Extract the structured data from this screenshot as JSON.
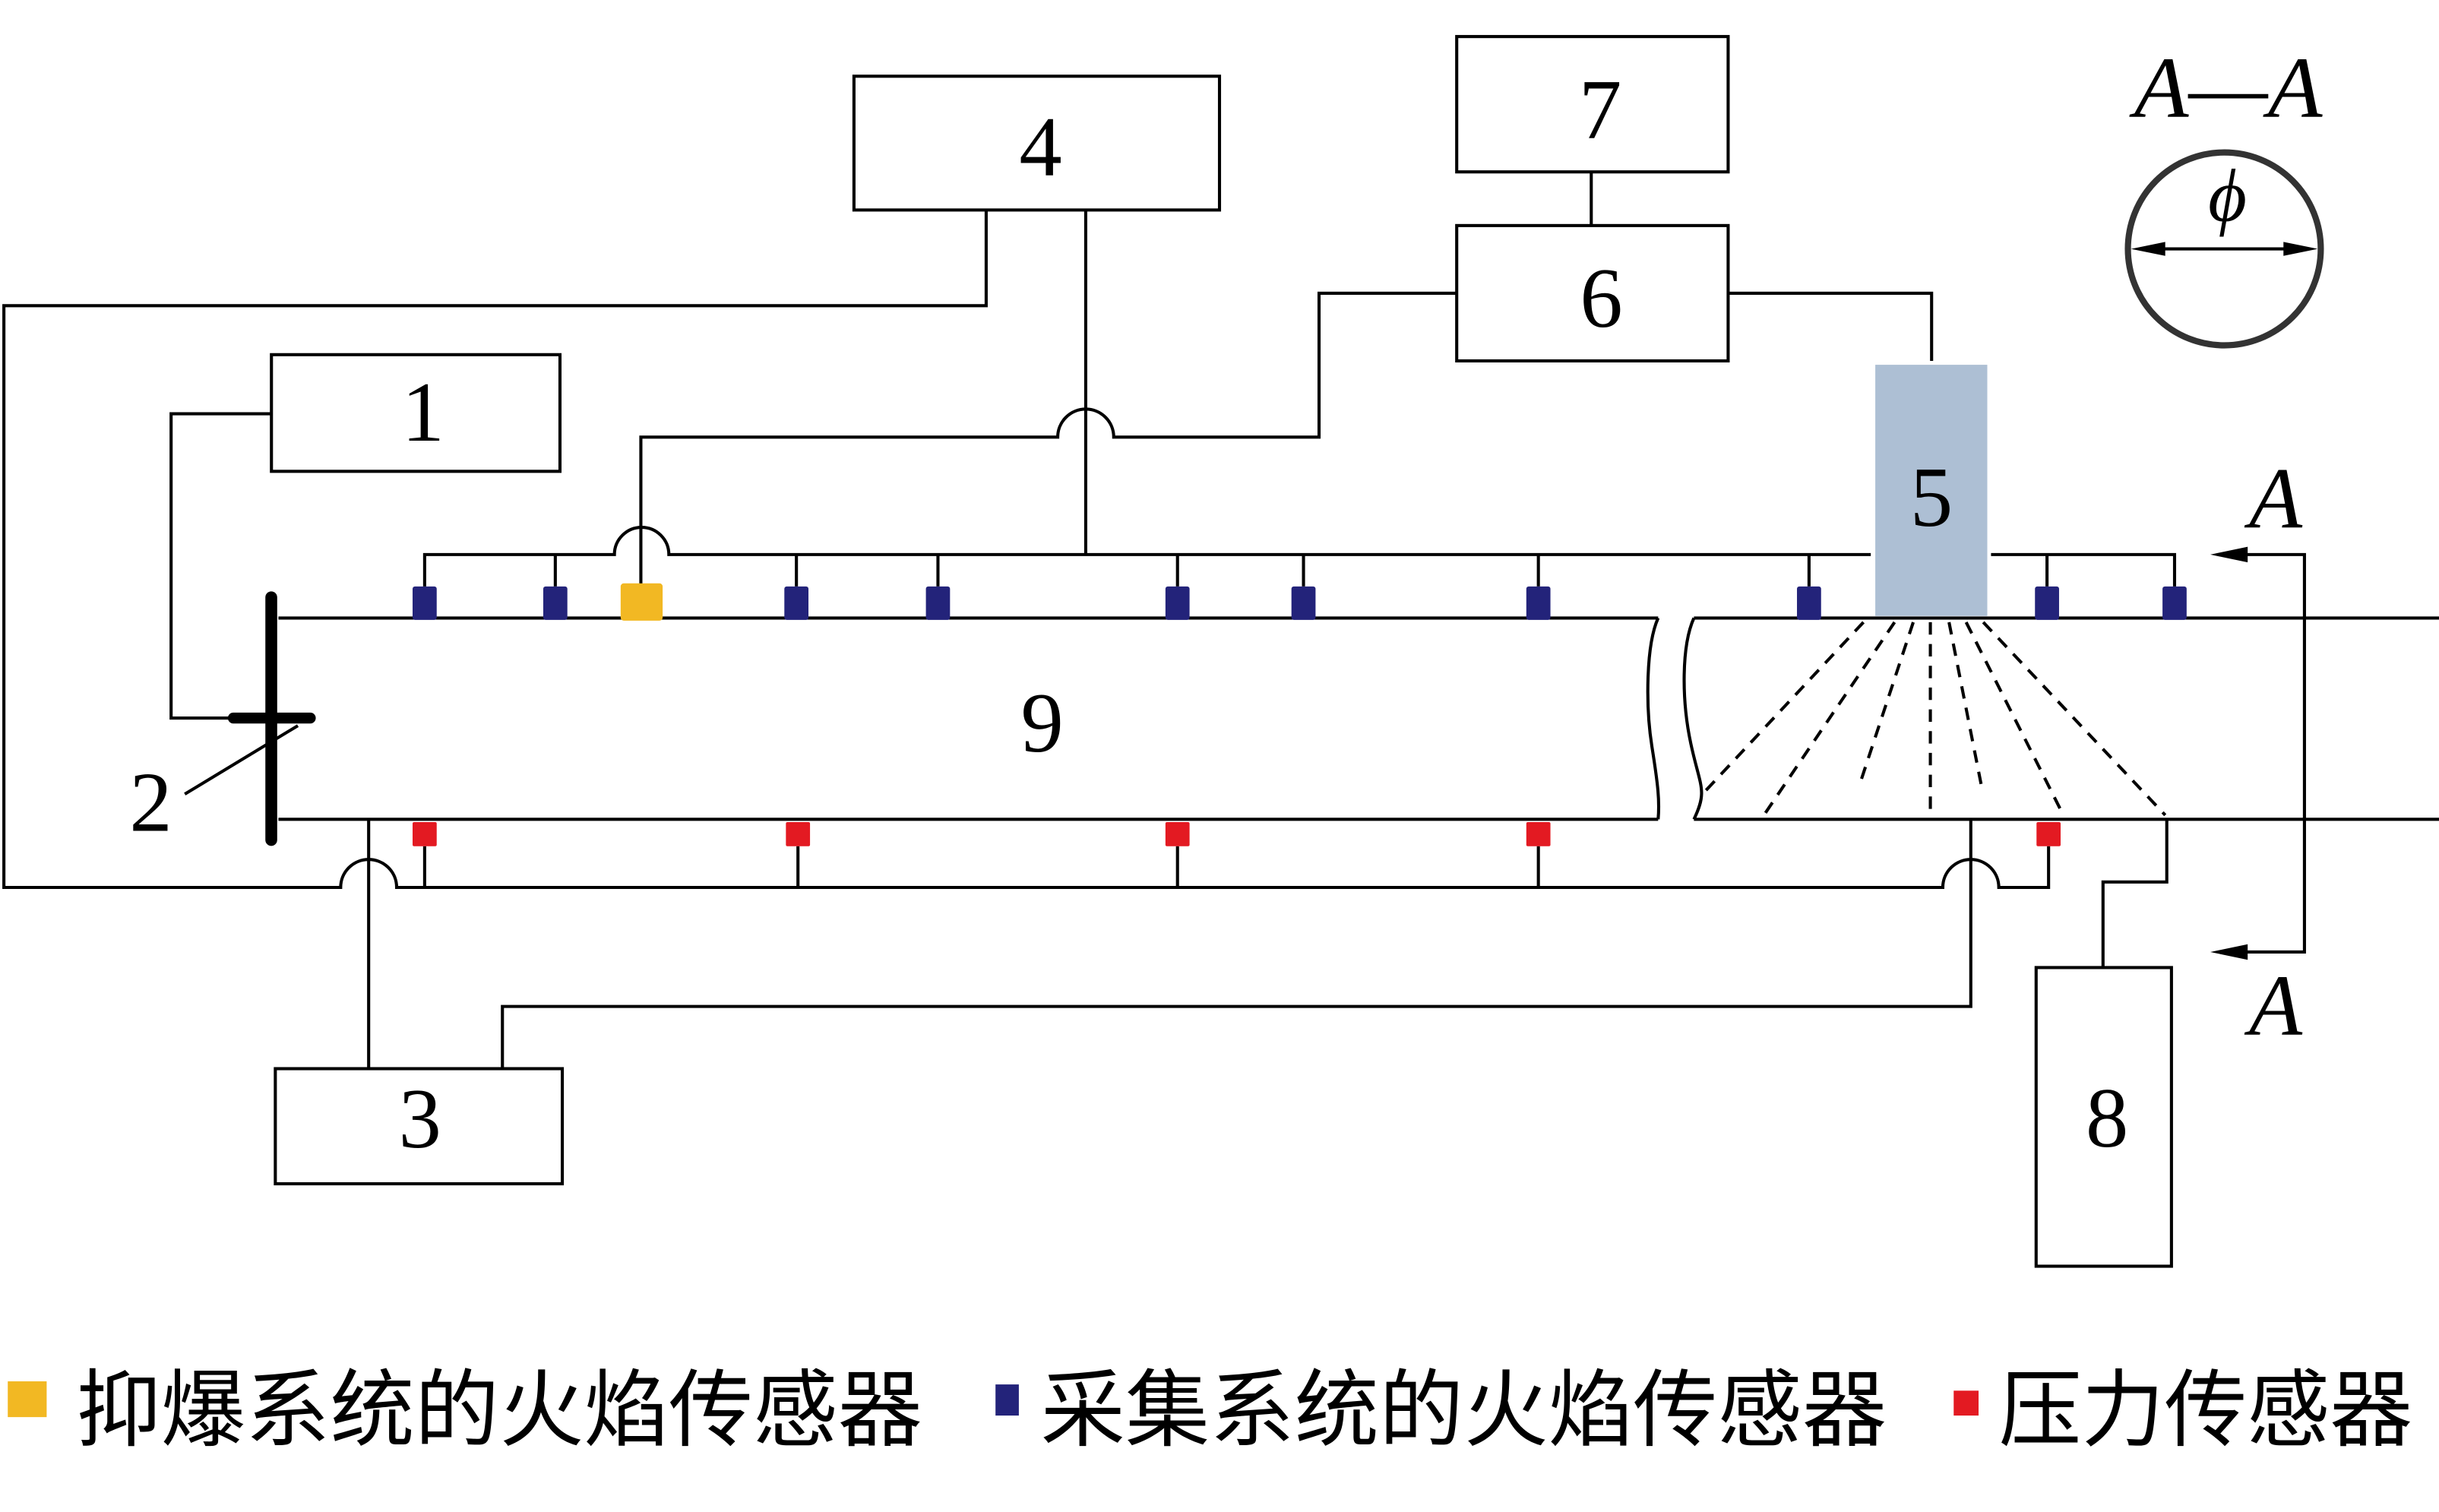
{
  "figure": {
    "component_labels": [
      "1",
      "2",
      "3",
      "4",
      "5",
      "6",
      "7",
      "8",
      "9"
    ],
    "section": {
      "cut_label_top": "A",
      "cut_label_bottom": "A",
      "view_title": "A—A",
      "diameter_symbol": "ϕ"
    }
  },
  "legend": {
    "items": [
      {
        "label": "抑爆系统的火焰传感器",
        "color": "#F2B823"
      },
      {
        "label": "采集系统的火焰传感器",
        "color": "#23237A"
      },
      {
        "label": "压力传感器",
        "color": "#E31A22"
      }
    ]
  },
  "colors": {
    "line": "#000000",
    "component5_fill": "#ADBFD4",
    "section_circle": "#333333"
  }
}
